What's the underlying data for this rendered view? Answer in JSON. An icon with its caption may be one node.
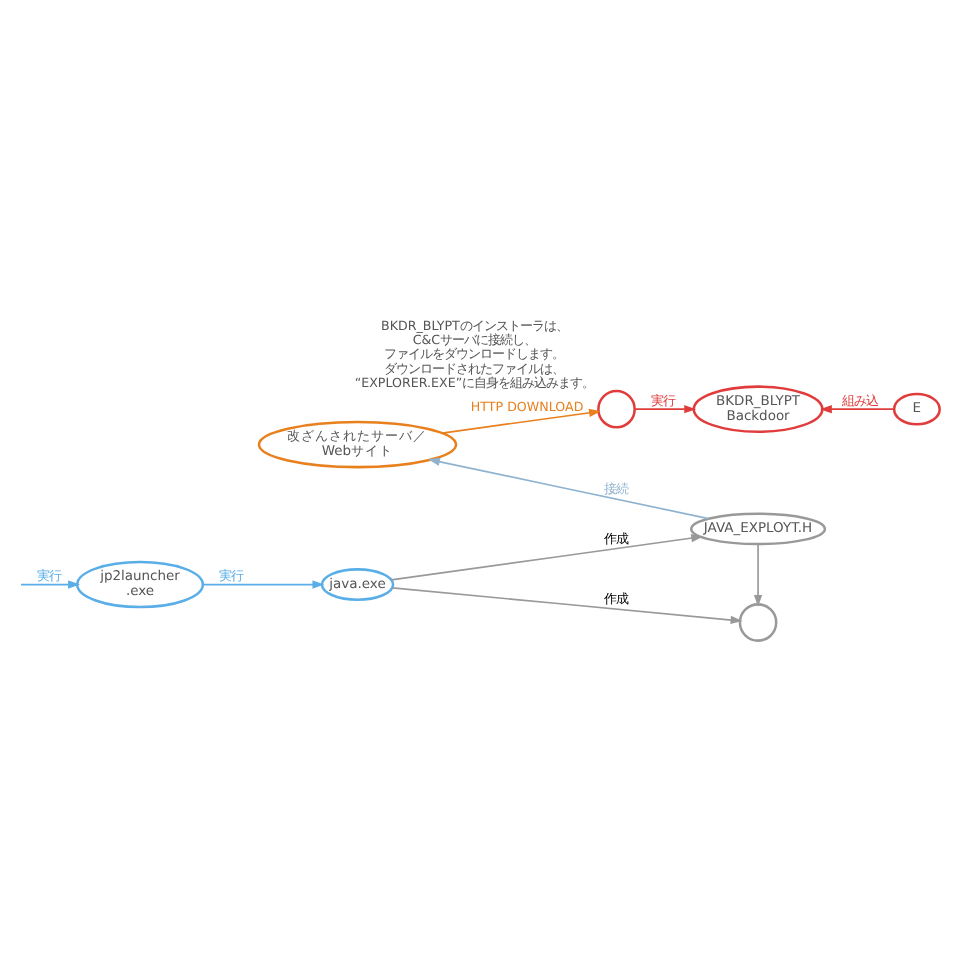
{
  "diagram": {
    "nodes": [
      {
        "text": [
          "改ざんされたサーバ／Webサイト"
        ]
      },
      {
        "text": [],
        "shape": "circle",
        "beside": [
          "BKDR_BLYPTのインストーラは、C&Cサーバに接続し、ファイルをダウンロードします。ダウンロードされたファイルは、“EXPLORER.EXE”に自身を組み込みます。"
        ]
      },
      {
        "text": [
          "BKDR_BLYPT Backdoor"
        ]
      },
      {
        "text": [
          "E"
        ]
      },
      {
        "text": [
          "JAVA_EXPLOYT.H"
        ]
      },
      {
        "text": [],
        "shape": "circle"
      },
      {
        "text": [
          "java.exe"
        ]
      },
      {
        "text": [
          "jp2launcher .exe"
        ]
      }
    ],
    "edges": [
      {
        "from": 0,
        "to": 1,
        "arrow": "to",
        "label": "HTTP DOWNLOAD",
        "color": "#e8801e"
      },
      {
        "from": 1,
        "to": 2,
        "arrow": "to",
        "label": "実行",
        "color": "#e03c3c"
      },
      {
        "from": 3,
        "to": 2,
        "arrow": "to",
        "label": "組み込",
        "color": "#e03c3c"
      },
      {
        "from": 4,
        "to": 0,
        "arrow": "to",
        "label": "接続",
        "color": "#8fb3cf"
      },
      {
        "from": 6,
        "to": 4,
        "arrow": "to",
        "label": "作成"
      },
      {
        "from": 6,
        "to": 5,
        "arrow": "to",
        "label": "作成"
      },
      {
        "from": 4,
        "to": 5,
        "arrow": "to"
      },
      {
        "from": null,
        "to": 7,
        "arrow": "to",
        "label": "実行",
        "color": "#5aaee8"
      },
      {
        "from": 7,
        "to": 6,
        "arrow": "to",
        "label": "実行",
        "color": "#5aaee8"
      }
    ]
  }
}
